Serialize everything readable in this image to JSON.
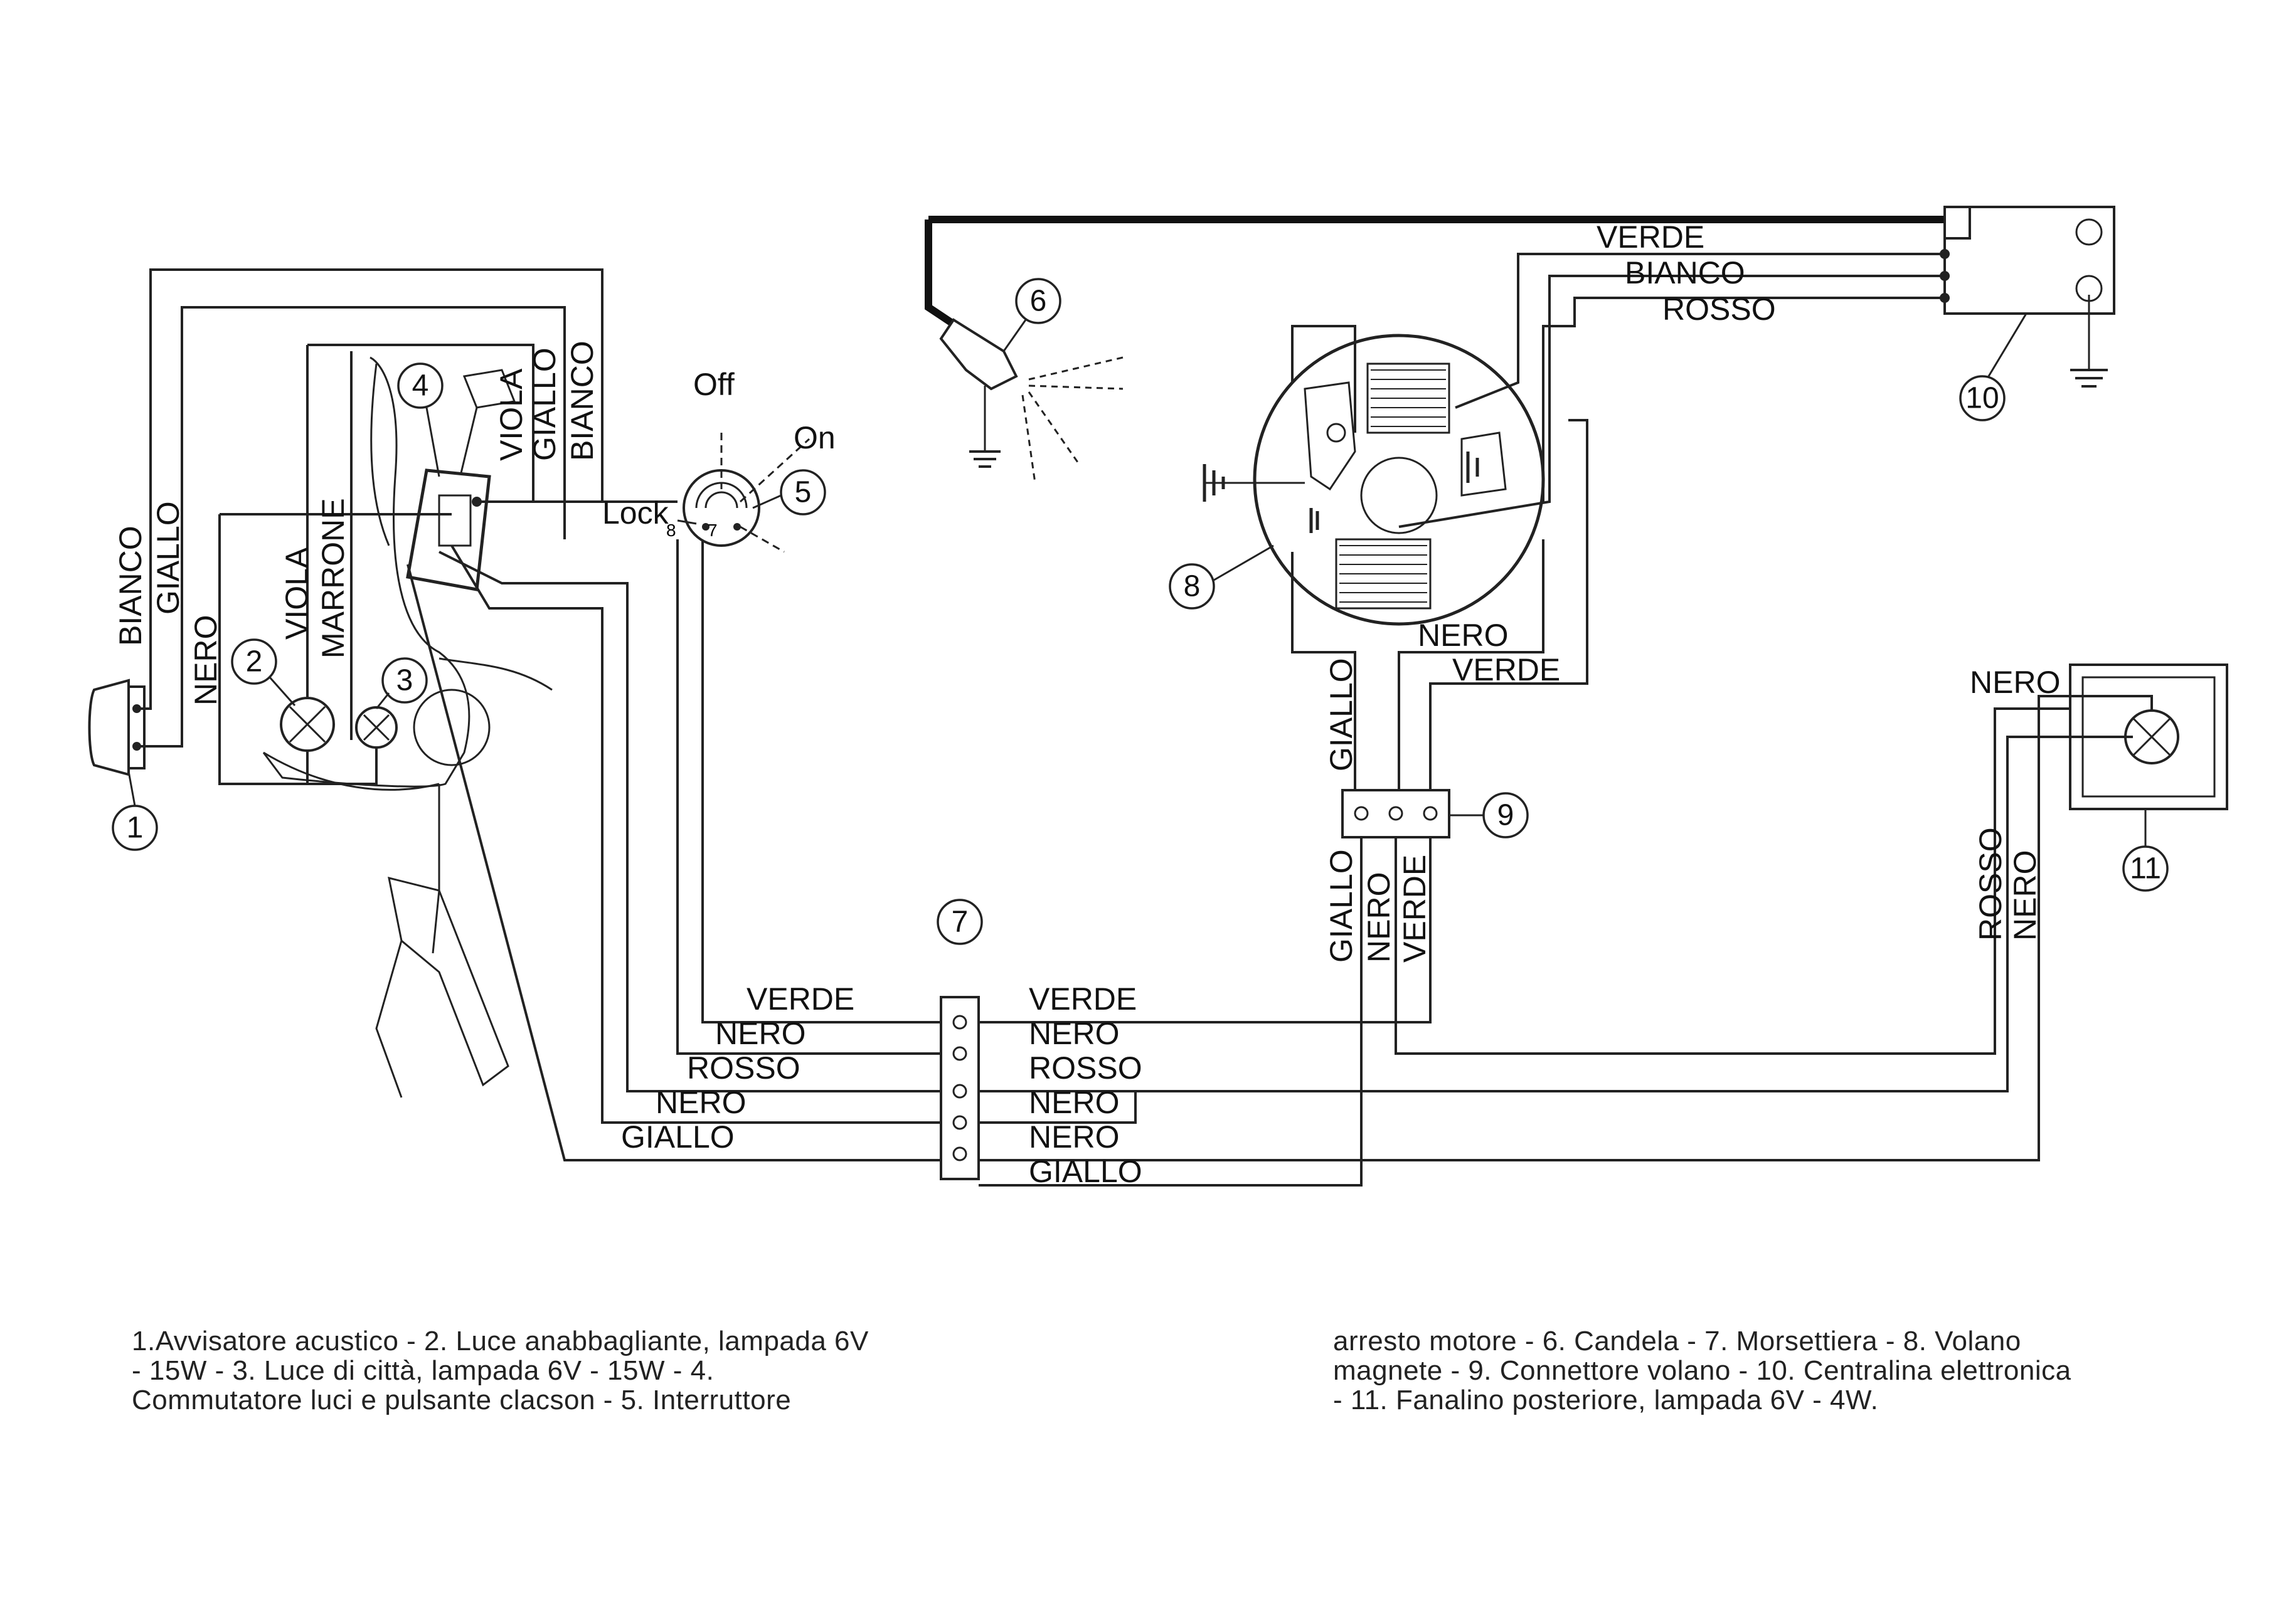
{
  "diagram": {
    "callouts": [
      "1",
      "2",
      "3",
      "4",
      "5",
      "6",
      "7",
      "8",
      "9",
      "10",
      "11"
    ],
    "switch_positions": {
      "off": "Off",
      "on": "On",
      "lock": "Lock",
      "pin8": "8",
      "pin7": "7"
    },
    "wire_labels": {
      "horn_bianco": "BIANCO",
      "horn_giallo": "GIALLO",
      "lights_nero": "NERO",
      "lights_viola": "VIOLA",
      "lights_marrone": "MARRONE",
      "sw_viola": "VIOLA",
      "sw_giallo": "GIALLO",
      "sw_bianco": "BIANCO",
      "cdi_verde": "VERDE",
      "cdi_bianco": "BIANCO",
      "cdi_rosso": "ROSSO",
      "fly_nero": "NERO",
      "fly_verde": "VERDE",
      "fly_giallo": "GIALLO",
      "conn_giallo": "GIALLO",
      "conn_nero": "NERO",
      "conn_verde": "VERDE",
      "tail_nero": "NERO",
      "tail_rosso": "ROSSO",
      "tail_nero2": "NERO",
      "tb_left": [
        "VERDE",
        "NERO",
        "ROSSO",
        "NERO",
        "GIALLO"
      ],
      "tb_right": [
        "VERDE",
        "NERO",
        "ROSSO",
        "NERO",
        "NERO",
        "GIALLO"
      ]
    }
  },
  "caption": {
    "left": "1.Avvisatore acustico - 2. Luce anabbagliante, lampada 6V\n- 15W - 3. Luce di città, lampada 6V - 15W - 4.\nCommutatore luci e pulsante clacson - 5. Interruttore",
    "right": "arresto motore - 6. Candela - 7. Morsettiera - 8. Volano\nmagnete - 9. Connettore volano - 10. Centralina elettronica\n- 11. Fanalino posteriore, lampada 6V - 4W."
  }
}
